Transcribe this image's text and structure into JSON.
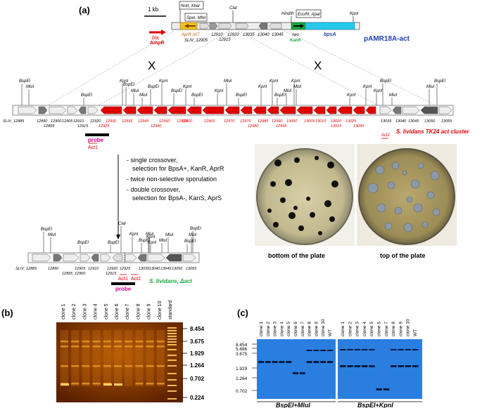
{
  "panels": {
    "a": "(a)",
    "b": "(b)",
    "c": "(c)"
  },
  "plasmid": {
    "name": "pAMR18A-act",
    "scale": "1 kb",
    "sites": {
      "notxba": "NotI, XbaI",
      "spemfe": "SpeI, MfeI",
      "clai": "ClaI",
      "hindiii": "HindIII",
      "ecoapa": "EcoRI, ApaI",
      "kpni": "KpnI"
    },
    "bla": "bla",
    "ampr": "AmpR",
    "aprr_orit": "AprR oriT",
    "sliv12905": "SLIV_12905",
    "g12910": "12910",
    "g12915": "12915",
    "g12920": "12920",
    "g13035": "13035",
    "g13040": "13040",
    "g13045": "13045",
    "neo": "neo",
    "kanr": "KanR",
    "bpsa": "bpsA"
  },
  "cross": "X",
  "cluster": {
    "label": "S. lividans TK24 act cluster",
    "top_sites": [
      "BspEI",
      "MluI",
      "BspEI",
      "KpnI",
      "BspEI",
      "MluI",
      "MluI",
      "BspEI",
      "KpnI",
      "BspEI",
      "KpnI",
      "BspEI",
      "KpnI",
      "MluI",
      "BspEI",
      "KpnI",
      "KpnI",
      "BspEI",
      "MluI",
      "KpnI",
      "MluI",
      "KpnI",
      "KpnI",
      "KpnI",
      "BspEI",
      "MluI",
      "MluI",
      "BspEI"
    ],
    "genes_black_top": [
      "SLIV_12885",
      "12890",
      "12900",
      "12905",
      "12910",
      "12920"
    ],
    "genes_black_bottom": [
      "12895",
      "12915"
    ],
    "genes_red_top": [
      "12930",
      "12935",
      "12945",
      "12950",
      "12955",
      "12960",
      "12965",
      "12970",
      "12975",
      "12985",
      "12990",
      "13000",
      "13005",
      "13010",
      "13020",
      "13025"
    ],
    "genes_red_bottom": [
      "12925",
      "12940",
      "12980",
      "12995",
      "13015",
      "13030"
    ],
    "genes_right_top": [
      "13035",
      "13040",
      "13045",
      "13050",
      "13055"
    ],
    "act2": "Act2",
    "probe": "probe",
    "act1": "Act1"
  },
  "steps": [
    "- single crossover,",
    "selection for BpsA+, KanR, AprR",
    "- twice non-selective sporulation",
    "- double crossover,",
    "selection for BpsA-, KanS, AprS"
  ],
  "deletion": {
    "top_sites": [
      "BspEI",
      "MluI",
      "BspEI",
      "ClaI",
      "KpnI",
      "BspEI",
      "MluI",
      "MluI",
      "BspEI",
      "KpnI",
      "KpnI",
      "MluI",
      "BspEI",
      "MluI",
      "BspEI"
    ],
    "genes_top": [
      "SLIV_12885",
      "12890",
      "12905",
      "12910",
      "12920",
      "12925",
      "13035",
      "13040",
      "13045",
      "13050",
      "13055"
    ],
    "genes_bottom": [
      "12895",
      "12900",
      "12915"
    ],
    "label": "S. lividans, Δact",
    "act1": "Act1",
    "act2": "Act2",
    "probe": "probe"
  },
  "photos": {
    "bottom": "bottom of the plate",
    "top": "top of the plate"
  },
  "gel_b": {
    "lanes": [
      "clone 1",
      "clone 2",
      "clone 3",
      "clone 4",
      "clone 5",
      "clone 6",
      "clone 7",
      "clone 8",
      "clone 9",
      "clone 10",
      "standard"
    ],
    "markers": [
      "8.454",
      "3.675",
      "1.929",
      "1.264",
      "0.702",
      "0.224"
    ]
  },
  "blot_c": {
    "lanes": [
      "clone 1",
      "clone 2",
      "clone 3",
      "clone 4",
      "clone 5",
      "clone 6",
      "clone 7",
      "clone 8",
      "clone 9",
      "clone 10",
      "WT"
    ],
    "markers": [
      "8.454",
      "5.686",
      "3.675",
      "1.929",
      "1.264",
      "0.702"
    ],
    "left_label": "BspEI+MluI",
    "right_label": "BspEI+KpnI"
  },
  "colors": {
    "red": "#e00000",
    "blue": "#1f3fb0",
    "green": "#1aa640",
    "magenta": "#d0008c",
    "cyan": "#28c8ea",
    "yellow": "#f0c020"
  }
}
